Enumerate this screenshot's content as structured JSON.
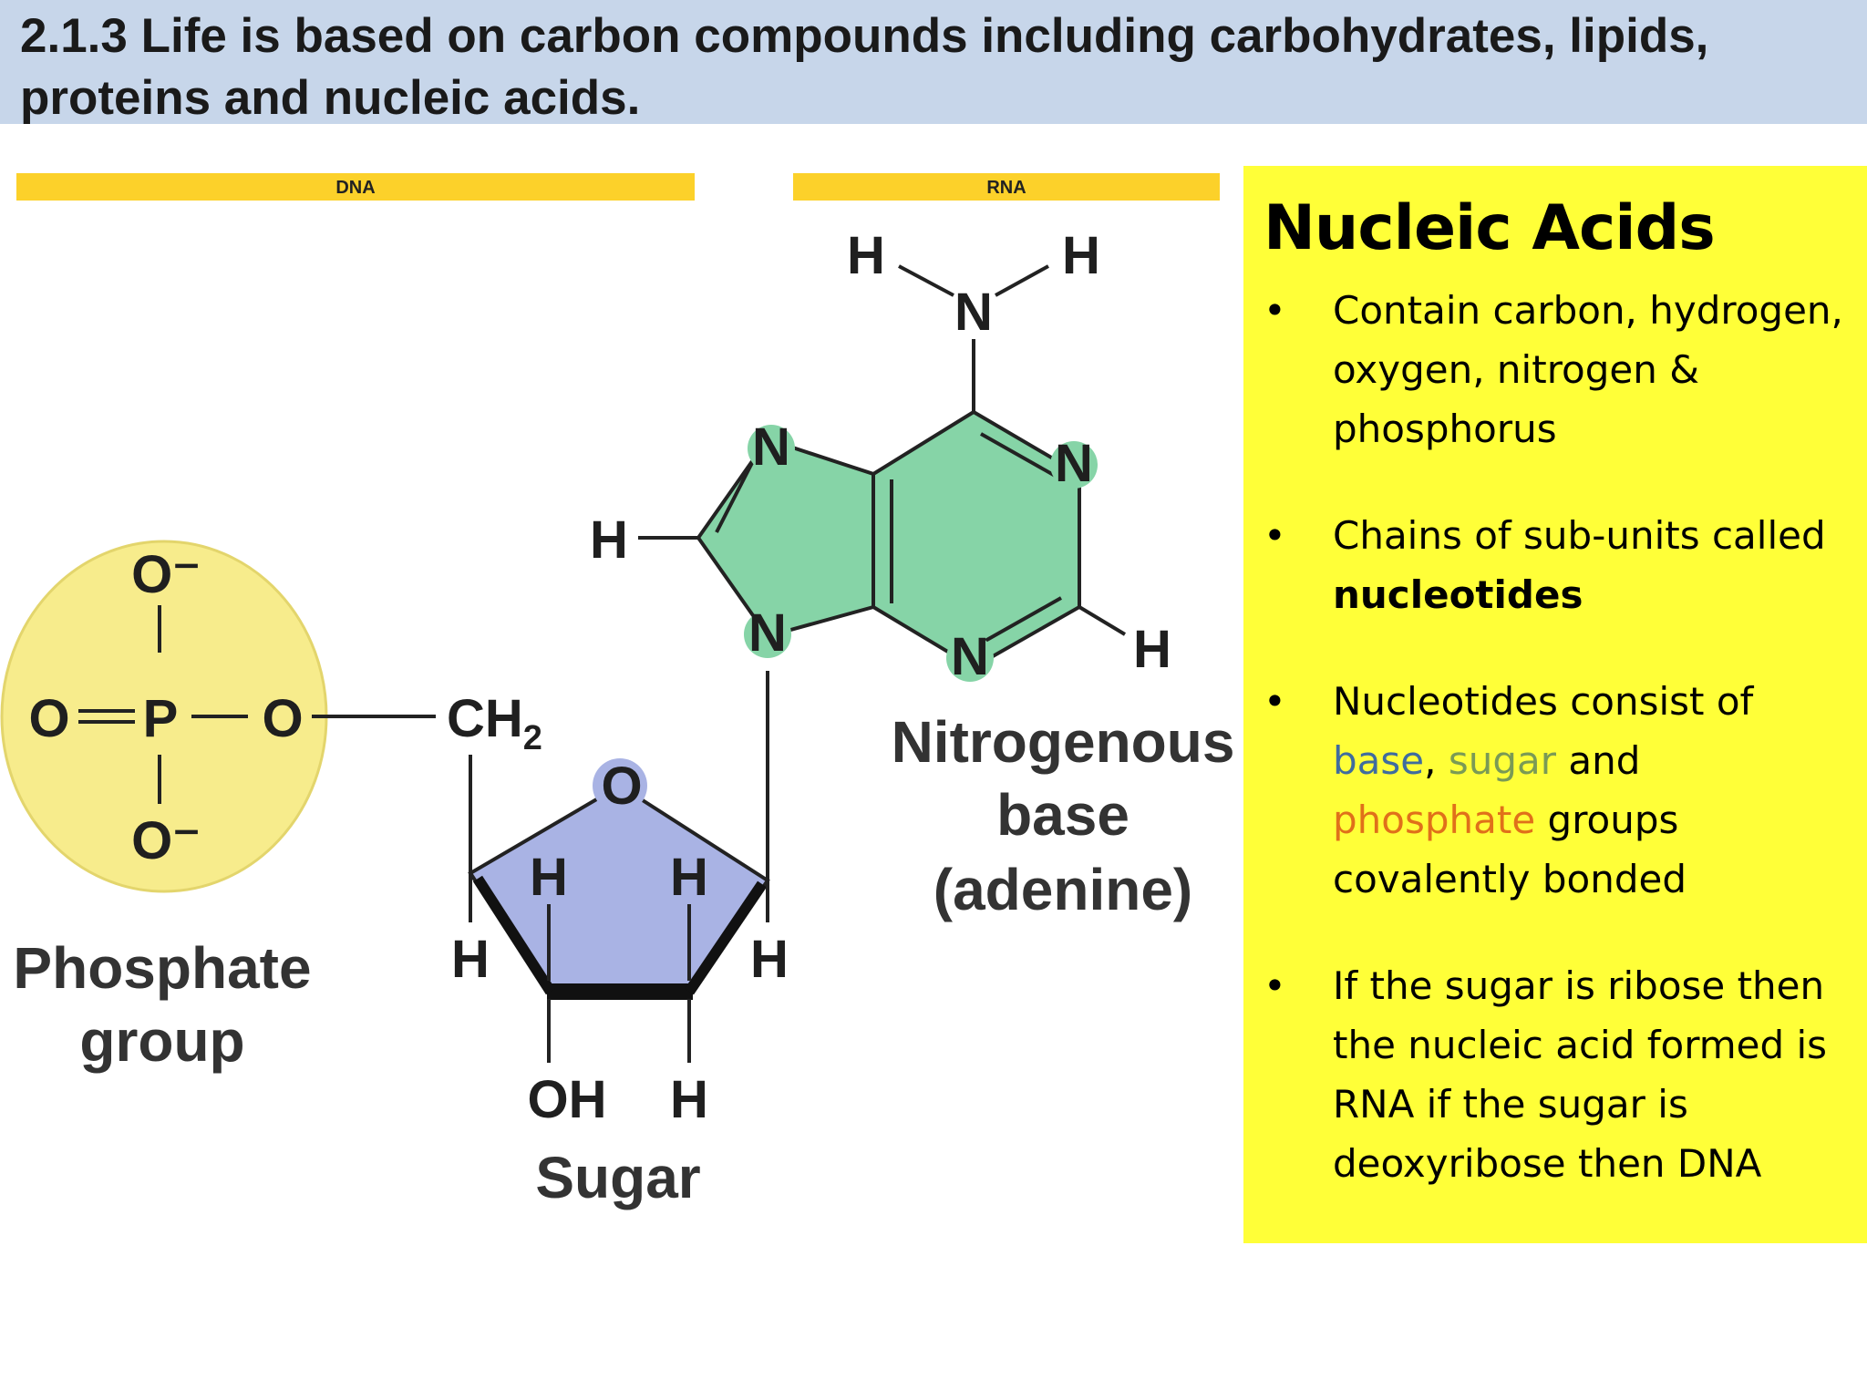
{
  "header": {
    "title": "2.1.3 Life is based on carbon compounds including carbohydrates, lipids, proteins and nucleic acids."
  },
  "diagram": {
    "bands": [
      "DNA",
      "RNA"
    ],
    "atoms": {
      "o_minus": "O⁻",
      "o": "O",
      "p": "P",
      "h": "H",
      "n": "N",
      "oh": "OH",
      "ch": "CH",
      "sub2": "2"
    },
    "labels": {
      "phosphate_line1": "Phosphate",
      "phosphate_line2": "group",
      "sugar": "Sugar",
      "base_line1": "Nitrogenous",
      "base_line2": "base",
      "base_line3": "(adenine)"
    },
    "colors": {
      "phosphate_fill": "#f7ec8c",
      "sugar_fill": "#a9b3e4",
      "base_fill": "#86d4a7",
      "band": "#fcd12a",
      "panel": "#ffff38",
      "header": "#c7d6ea"
    }
  },
  "panel": {
    "title": "Nucleic Acids",
    "bullet_symbol": "•",
    "bullets": {
      "b1": "Contain carbon, hydrogen, oxygen, nitrogen & phosphorus",
      "b2_pre": "Chains of sub-units called ",
      "b2_bold": "nucleotides",
      "b3_pre": "Nucleotides consist of ",
      "b3_base": "base",
      "b3_comma": ", ",
      "b3_sugar": "sugar",
      "b3_and": " and ",
      "b3_phos": "phosphate",
      "b3_post": " groups covalently bonded",
      "b4": "If the sugar is ribose then the nucleic acid formed is RNA if the sugar is deoxyribose then DNA"
    }
  }
}
